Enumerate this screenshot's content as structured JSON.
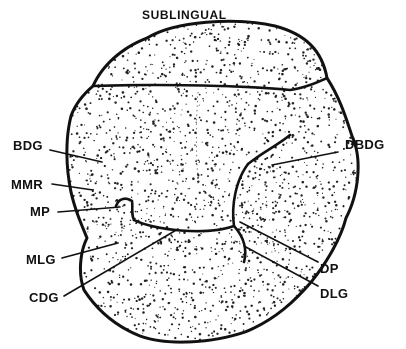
{
  "title": "SUBLINGUAL",
  "labels": {
    "bdg": "BDG",
    "mmr": "MMR",
    "mp": "MP",
    "mlg": "MLG",
    "cdg": "CDG",
    "dbdg": "DBDG",
    "dp": "DP",
    "dlg": "DLG"
  }
}
